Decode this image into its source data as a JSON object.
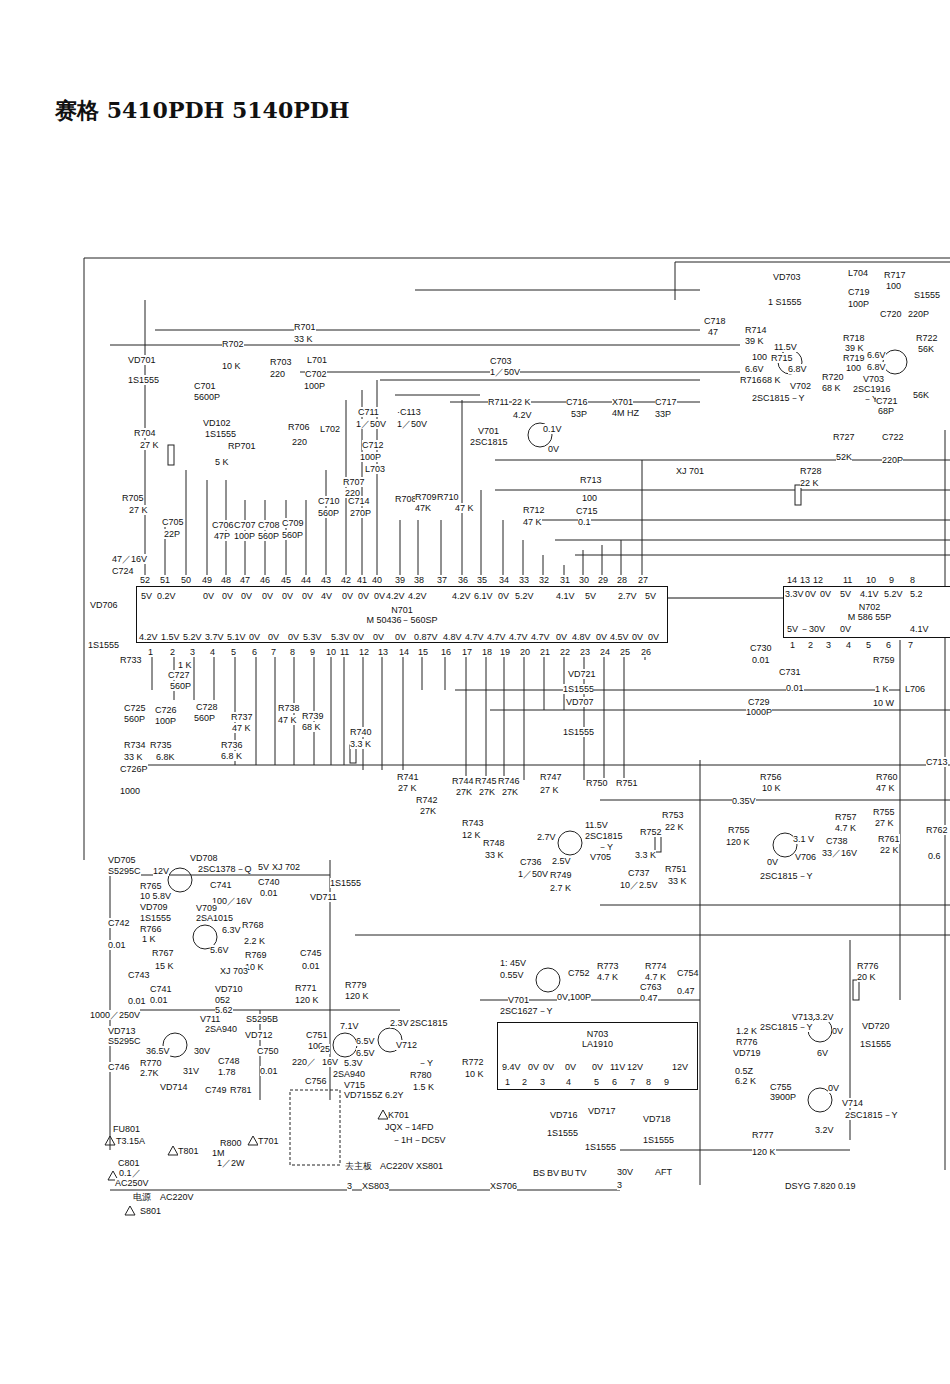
{
  "diagram": {
    "title": "赛格 5410PDH 5140PDH",
    "nodes": [
      {
        "text": [
          "N701",
          "M 50436－560SP"
        ]
      },
      {
        "text": [
          "N702",
          "M 586 55P"
        ]
      },
      {
        "text": [
          "N703",
          "LA1910"
        ]
      }
    ],
    "edges": [
      {
        "from": 0,
        "to": 1,
        "arrow": "none"
      }
    ],
    "labels": [
      "L704",
      "R717",
      "100",
      "VD703",
      "1 S1555",
      "C719",
      "100P",
      "S1555",
      "C720",
      "220P",
      "C718",
      "47",
      "R714",
      "39 K",
      "11.5V",
      "100",
      "R715",
      "6.6V",
      "6.8V",
      "R716",
      "68 K",
      "V702",
      "2SC1815－Y",
      "R718",
      "39 K",
      "R719",
      "100",
      "6.6V",
      "6.8V",
      "V703",
      "2SC1916",
      "－Y",
      "C721",
      "68P",
      "R722",
      "56K",
      "56K",
      "R720",
      "68 K",
      "R727",
      "52K",
      "C722",
      "220P",
      "R728",
      "22 K",
      "XJ 701",
      "R701",
      "33 K",
      "R702",
      "10 K",
      "R703",
      "220",
      "L701",
      "C702",
      "100P",
      "C703",
      "1／50V",
      "VD701",
      "1S1555",
      "C701",
      "5600P",
      "R704",
      "27 K",
      "VD102",
      "1S1555",
      "RP701",
      "5 K",
      "R705",
      "27 K",
      "C705",
      "22P",
      "C706",
      "47P",
      "C707",
      "100P",
      "C708",
      "560P",
      "C709",
      "560P",
      "R706",
      "220",
      "L702",
      "C711",
      "1／50V",
      "·C113",
      "1／50V",
      "C712",
      "100P",
      "L703",
      "R707",
      "220",
      "C710",
      "560P",
      "C714",
      "270P",
      "R708",
      "R709",
      "47K",
      "R710",
      "47 K",
      "R711",
      "22 K",
      "4.2V",
      "V701",
      "2SC1815",
      "0.1V",
      "0V",
      "C716",
      "53P",
      "X701",
      "4M HZ",
      "C717",
      "33P",
      "R713",
      "100",
      "R712",
      "47 K",
      "C715",
      "0.1",
      "47／16V",
      "C724",
      "52",
      "51",
      "50",
      "49",
      "48",
      "47",
      "46",
      "45",
      "44",
      "43",
      "42",
      "41",
      "40",
      "39",
      "38",
      "37",
      "36",
      "35",
      "34",
      "33",
      "32",
      "31",
      "30",
      "29",
      "28",
      "27",
      "5V",
      "0.2V",
      "0V",
      "0V",
      "0V",
      "0V",
      "0V",
      "0V",
      "4V",
      "0V",
      "0V",
      "0V",
      "4.2V",
      "4.2V",
      "4.2V",
      "6.1V",
      "0V",
      "5.2V",
      "4.1V",
      "5V",
      "2.7V",
      "5V",
      "4.2V",
      "1.5V",
      "5.2V",
      "3.7V",
      "5.1V",
      "0V",
      "0V",
      "0V",
      "5.3V",
      "5.3V",
      "0V",
      "0V",
      "0V",
      "0.87V",
      "4.8V",
      "4.7V",
      "4.7V",
      "4.7V",
      "4.7V",
      "0V",
      "4.8V",
      "0V",
      "4.5V",
      "0V",
      "0V",
      "1",
      "2",
      "3",
      "4",
      "5",
      "6",
      "7",
      "8",
      "9",
      "10",
      "11",
      "12",
      "13",
      "14",
      "15",
      "16",
      "17",
      "18",
      "19",
      "20",
      "21",
      "22",
      "23",
      "24",
      "25",
      "26",
      "14",
      "13",
      "12",
      "11",
      "10",
      "9",
      "8",
      "3.3V",
      "0V",
      "0V",
      "5V",
      "4.1V",
      "5.2V",
      "5.2",
      "5V",
      "－30V",
      "0V",
      "4.1V",
      "1",
      "2",
      "3",
      "4",
      "5",
      "6",
      "7",
      "VD706",
      "1S1555",
      "R733",
      "1 K",
      "C727",
      "560P",
      "C725",
      "560P",
      "C726",
      "100P",
      "C728",
      "560P",
      "R734",
      "33 K",
      "R735",
      "6.8K",
      "C726P",
      "1000",
      "R737",
      "47 K",
      "R736",
      "6.8 K",
      "R738",
      "47 K",
      "R739",
      "68 K",
      "R740",
      "3.3 K",
      "VD721",
      "1S1555",
      "VD707",
      "1S1555",
      "C730",
      "0.01",
      "C731",
      "0.01",
      "C729",
      "1000P",
      "R759",
      "1 K",
      "10 W",
      "L706",
      "R741",
      "27 K",
      "R742",
      "27K",
      "R744",
      "27K",
      "R745",
      "27K",
      "R746",
      "27K",
      "R747",
      "27 K",
      "R750",
      "R751",
      "R743",
      "12 K",
      "R748",
      "33 K",
      "2.7V",
      "11.5V",
      "2SC1815",
      "－Y",
      "2.5V",
      "V705",
      "R749",
      "2.7 K",
      "C736",
      "1／50V",
      "C737",
      "10／2.5V",
      "R752",
      "3.3 K",
      "R751",
      "33 K",
      "R753",
      "22 K",
      "R755",
      "120 K",
      "0.35V",
      "V706",
      "2SC1815－Y",
      "3.1 V",
      "0V",
      "R756",
      "10 K",
      "R757",
      "4.7 K",
      "R755",
      "27 K",
      "C738",
      "33／16V",
      "R761",
      "22 K",
      "R760",
      "47 K",
      "R762",
      "C713",
      "0.6",
      "VD705",
      "S5295C",
      "VD708",
      "2SC1378－Q",
      "12V",
      "5V",
      "XJ 702",
      "R765",
      "10 5.8V",
      "C741",
      "100／16V",
      "C740",
      "0.01",
      "VD709",
      "1S1555",
      "V709",
      "2SA1015",
      "6.3V",
      "R766",
      "1 K",
      "C742",
      "0.01",
      "R768",
      "2.2 K",
      "R769",
      "10 K",
      "C745",
      "0.01",
      "R767",
      "15 K",
      "5.6V",
      "XJ 703",
      "C743",
      "0.01",
      "C741",
      "0.01",
      "VD710",
      "052",
      "5.62",
      "1000／250V",
      "R771",
      "120 K",
      "R779",
      "120 K",
      "VD711",
      "1S1555",
      "V711",
      "2SA940",
      "VD713",
      "S5295C",
      "36.5V",
      "30V",
      "31V",
      "R770",
      "2.7K",
      "C746",
      "C748",
      "1.78",
      "VD714",
      "C749",
      "R781",
      "S5295B",
      "VD712",
      "C751",
      "100",
      "C750",
      "0.01",
      "220／",
      "16V",
      "7.1V",
      "6.5V",
      "6.5V",
      "25",
      "5.3V",
      "2SA940",
      "V715",
      "VD715",
      "5Z 6.2Y",
      "2.3V",
      "V712",
      "2SC1815",
      "－Y",
      "R780",
      "1.5 K",
      "C756",
      "K701",
      "JQX－14FD",
      "－1H－DC5V",
      "去主板",
      "AC220V XS801",
      "T701",
      "3",
      "XS803",
      "FU801",
      "T3.15A",
      "T801",
      "R800",
      "1M",
      "1／2W",
      "C801",
      "0.1／",
      "AC250V",
      "电源",
      "AC220V",
      "S801",
      "1: 45V",
      "0.55V",
      "V701",
      "2SC1627－Y",
      "0V",
      "100P",
      "C752",
      "R773",
      "4.7 K",
      "R774",
      "4.7 K",
      "C754",
      "0.47",
      "C763",
      "0.47",
      "R772",
      "10 K",
      "9.4V",
      "0V",
      "0V",
      "0V",
      "0V",
      "11V",
      "12V",
      "12V",
      "1",
      "2",
      "3",
      "4",
      "5",
      "6",
      "7",
      "8",
      "9",
      "VD716",
      "1S1555",
      "VD717",
      "1S1555",
      "VD718",
      "1S1555",
      "XS706",
      "BS",
      "BV",
      "BU",
      "TV",
      "30V",
      "AFT",
      "3",
      "DSYG 7.820 0.19",
      "R777",
      "120 K",
      "R776",
      "20 K",
      "VD720",
      "1S1555",
      "V713",
      "2SC1815－Y",
      "3.2V",
      "0V",
      "6V",
      "1.2 K",
      "R776",
      "VD719",
      "0.5Z",
      "6.2 K",
      "C755",
      "3900P",
      "0V",
      "V714",
      "2SC1815－Y",
      "3.2V"
    ]
  }
}
